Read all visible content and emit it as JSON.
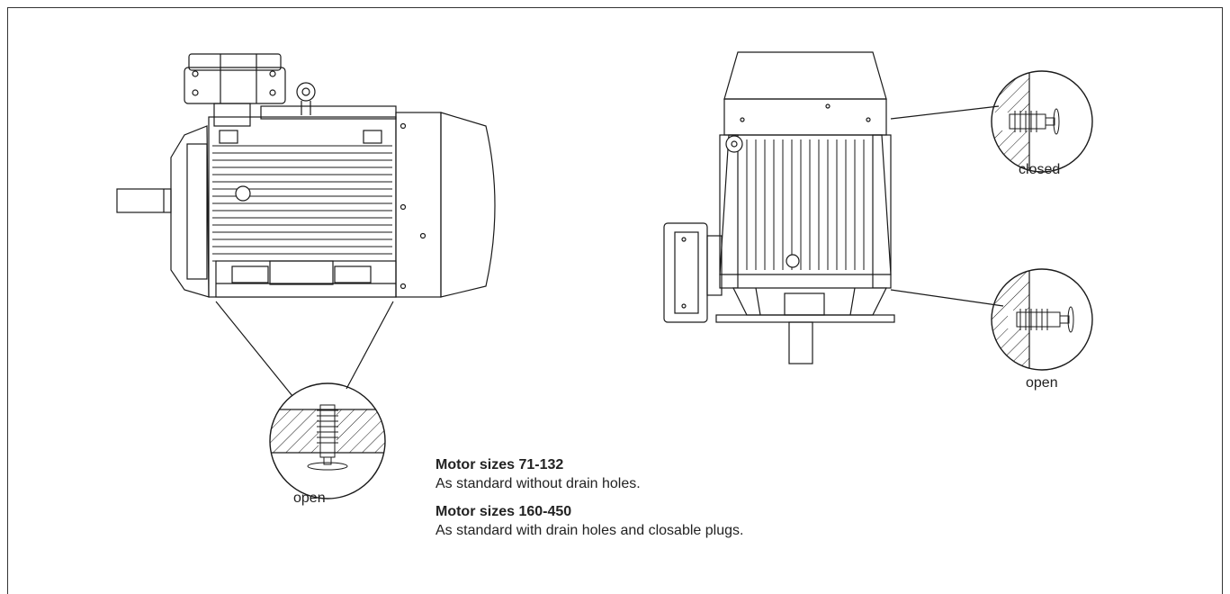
{
  "labels": {
    "side_detail": "open",
    "front_detail_top": "closed",
    "front_detail_bottom": "open"
  },
  "notes": [
    {
      "heading": "Motor sizes 71-132",
      "body": "As standard without drain holes."
    },
    {
      "heading": "Motor sizes 160-450",
      "body": "As standard with drain holes and closable plugs."
    }
  ],
  "colors": {
    "line": "#1a1a1a",
    "frame": "#333333",
    "text": "#222222"
  }
}
